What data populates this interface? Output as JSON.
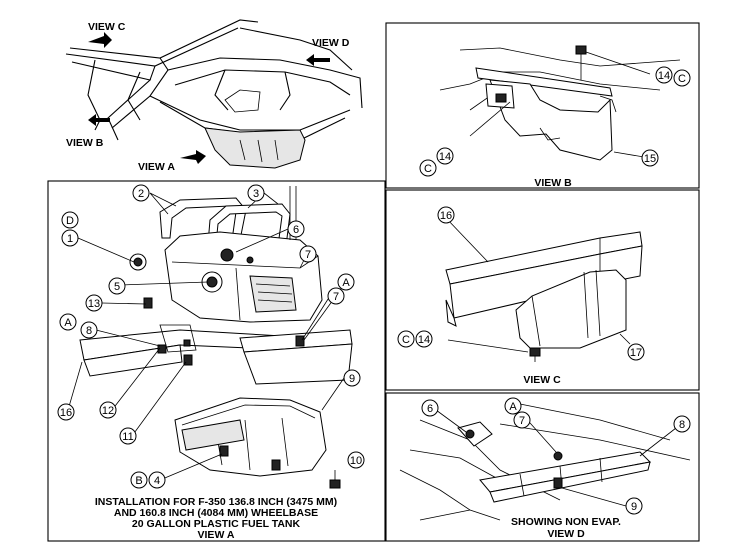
{
  "views": {
    "overview": {
      "view_c_label": "VIEW C",
      "view_d_label": "VIEW D",
      "view_b_label": "VIEW B",
      "view_a_label": "VIEW A"
    },
    "view_a": {
      "caption_line1": "INSTALLATION FOR F-350 136.8 INCH (3475 MM)",
      "caption_line2": "AND 160.8 INCH (4084 MM) WHEELBASE",
      "caption_line3": "20 GALLON PLASTIC FUEL TANK",
      "caption_line4": "VIEW A",
      "callouts": [
        "1",
        "2",
        "3",
        "4",
        "5",
        "6",
        "7",
        "7",
        "8",
        "9",
        "10",
        "11",
        "12",
        "13",
        "16"
      ],
      "letter_callouts": [
        "D",
        "A",
        "A",
        "B"
      ]
    },
    "view_b": {
      "caption": "VIEW B",
      "callouts": [
        "14",
        "14",
        "15"
      ],
      "letter_callouts": [
        "C",
        "C"
      ]
    },
    "view_c": {
      "caption": "VIEW C",
      "callouts": [
        "16",
        "14",
        "17"
      ],
      "letter_callouts": [
        "C"
      ]
    },
    "view_d": {
      "caption_line1": "SHOWING NON EVAP.",
      "caption_line2": "VIEW D",
      "callouts": [
        "6",
        "7",
        "8",
        "9"
      ],
      "letter_callouts": [
        "A"
      ]
    }
  },
  "icons": [
    "arrow-icon"
  ]
}
